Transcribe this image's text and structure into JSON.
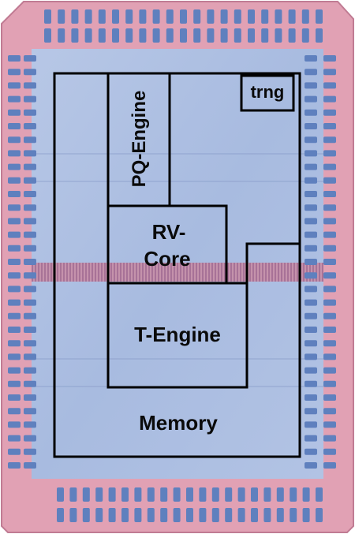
{
  "blocks": {
    "trng": "trng",
    "pq_engine": "PQ-Engine",
    "rv_core_line1": "RV-",
    "rv_core_line2": "Core",
    "t_engine": "T-Engine",
    "memory": "Memory"
  },
  "colors": {
    "pad_ring": "#e3a0b3",
    "pad_ring_dark": "#cf7f97",
    "die_core": "#a9bde0",
    "die_core_light": "#b8c9e6",
    "io_pad": "#5f80be",
    "outline": "#000000"
  }
}
